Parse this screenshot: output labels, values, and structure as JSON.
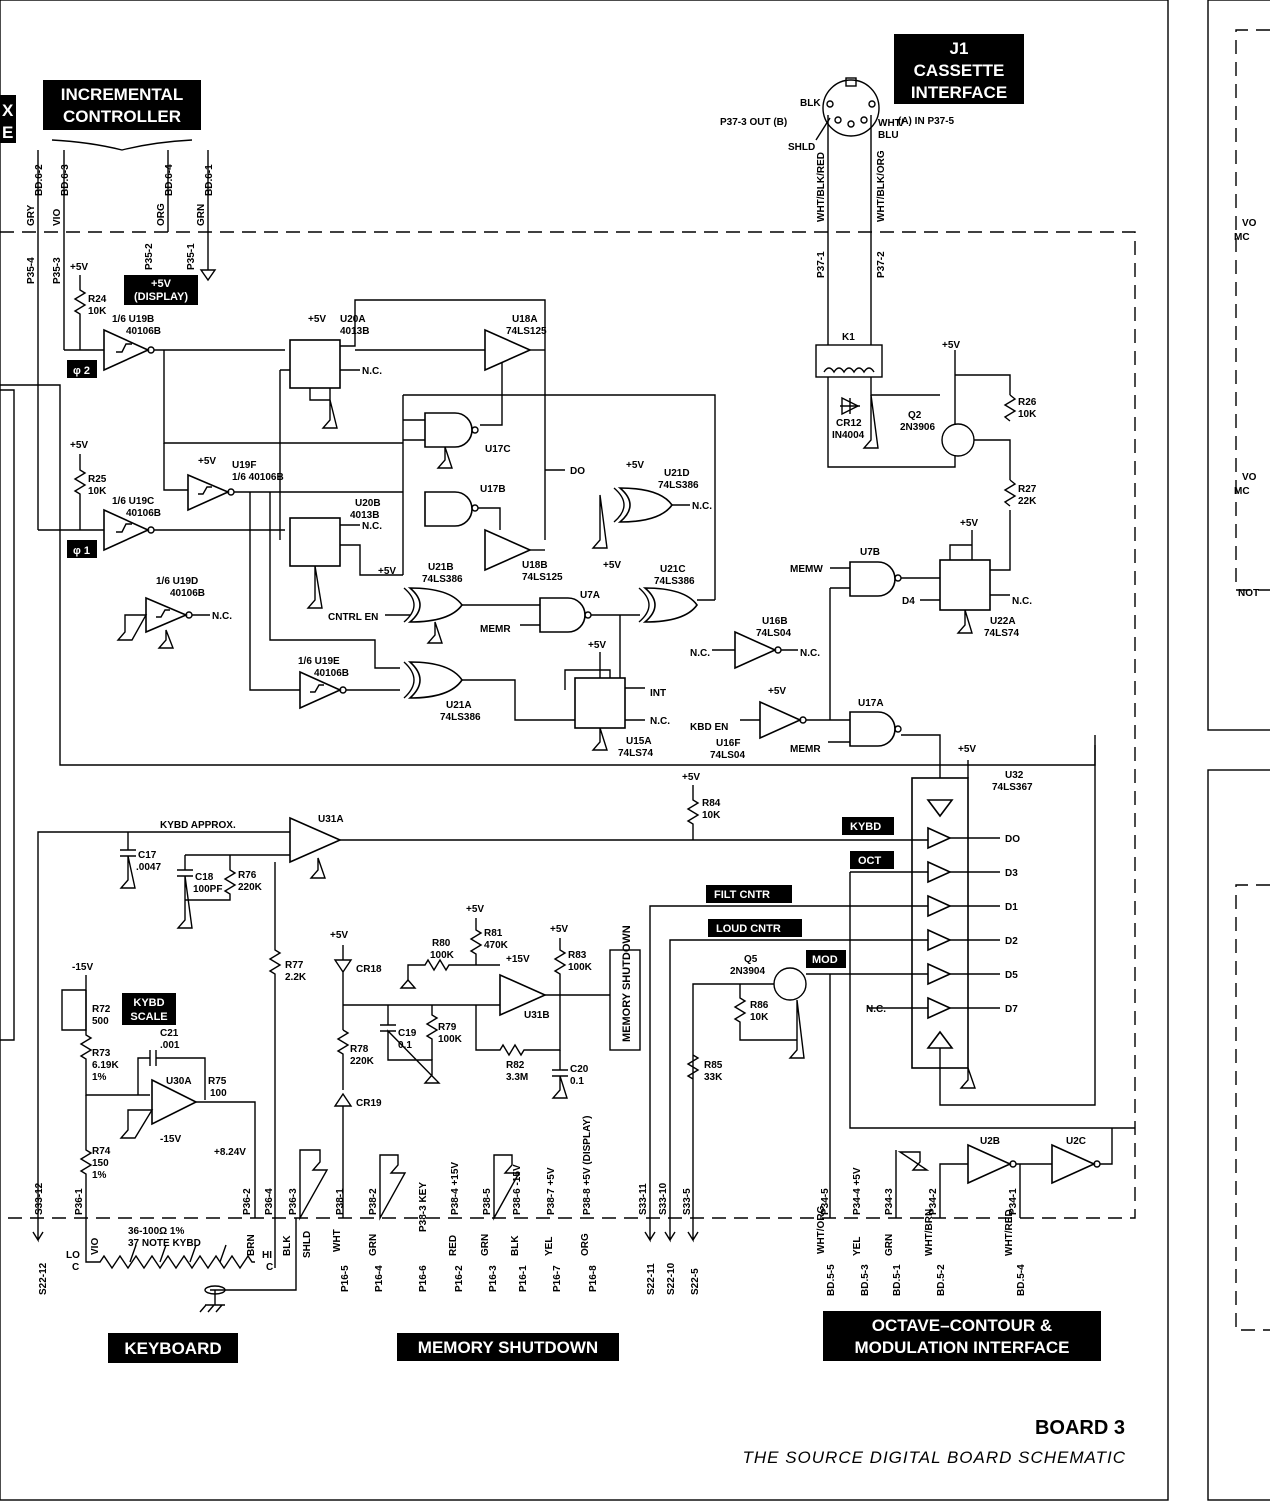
{
  "titles": {
    "incremental_controller": [
      "INCREMENTAL",
      "CONTROLLER"
    ],
    "cassette": [
      "J1",
      "CASSETTE",
      "INTERFACE"
    ],
    "keyboard": "KEYBOARD",
    "memory_shutdown": "MEMORY SHUTDOWN",
    "octave_interface": [
      "OCTAVE–CONTOUR &",
      "MODULATION INTERFACE"
    ],
    "board": "BOARD 3",
    "subtitle": "THE SOURCE DIGITAL BOARD SCHEMATIC",
    "left_partial": [
      "X",
      "E"
    ]
  },
  "tags": {
    "display": [
      "+5V",
      "(DISPLAY)"
    ],
    "phi2": "φ 2",
    "phi1": "φ 1",
    "kybd": "KYBD",
    "oct": "OCT",
    "filt": "FILT CNTR",
    "loud": "LOUD CNTR",
    "mod": "MOD",
    "kybd_scale": [
      "KYBD",
      "SCALE"
    ],
    "memory_shutdown_v": "MEMORY SHUTDOWN"
  },
  "top_connectors": [
    {
      "pin": "P35-4",
      "wire": "GRY",
      "bd": "BD.6-2"
    },
    {
      "pin": "P35-3",
      "wire": "VIO",
      "bd": "BD.6-3"
    },
    {
      "pin": "P35-2",
      "wire": "ORG",
      "bd": "BD.6-4"
    },
    {
      "pin": "P35-1",
      "wire": "GRN",
      "bd": "BD.6-1"
    }
  ],
  "cassette": {
    "left": "P37-3  OUT (B)",
    "right": "(A) IN   P37-5",
    "wires": [
      "WHT/BLK/RED",
      "WHT/BLK/ORG"
    ],
    "pins": [
      "P37-1",
      "P37-2"
    ],
    "blk": "BLK",
    "shld": "SHLD",
    "whtblu": [
      "WHT/",
      "BLU"
    ]
  },
  "components": {
    "r24": [
      "R24",
      "10K"
    ],
    "r25": [
      "R25",
      "10K"
    ],
    "u19b": [
      "1/6 U19B",
      "40106B"
    ],
    "u19c": [
      "1/6 U19C",
      "40106B"
    ],
    "u19d": [
      "1/6 U19D",
      "40106B"
    ],
    "u19e": [
      "1/6 U19E",
      "40106B"
    ],
    "u19f": [
      "U19F",
      "1/6 40106B"
    ],
    "u20a": [
      "U20A",
      "4013B"
    ],
    "u20b": [
      "U20B",
      "4013B"
    ],
    "u18a": [
      "U18A",
      "74LS125"
    ],
    "u18b": [
      "U18B",
      "74LS125"
    ],
    "u17c": "U17C",
    "u17b": "U17B",
    "u21d": [
      "U21D",
      "74LS386"
    ],
    "u21b": [
      "U21B",
      "74LS386"
    ],
    "u21c": [
      "U21C",
      "74LS386"
    ],
    "u21a": [
      "U21A",
      "74LS386"
    ],
    "u7a": "U7A",
    "u15a": [
      "U15A",
      "74LS74"
    ],
    "u7b": "U7B",
    "u22a": [
      "U22A",
      "74LS74"
    ],
    "u16b": [
      "U16B",
      "74LS04"
    ],
    "u16f": [
      "U16F",
      "74LS04"
    ],
    "u17a": "U17A",
    "u32": [
      "U32",
      "74LS367"
    ],
    "k1": "K1",
    "cr12": [
      "CR12",
      "IN4004"
    ],
    "q2": [
      "Q2",
      "2N3906"
    ],
    "r26": [
      "R26",
      "10K"
    ],
    "r27": [
      "R27",
      "22K"
    ],
    "u31a": "U31A",
    "c17": [
      "C17",
      ".0047"
    ],
    "c18": [
      "C18",
      "100PF"
    ],
    "r76": [
      "R76",
      "220K"
    ],
    "r77": [
      "R77",
      "2.2K"
    ],
    "r84": [
      "R84",
      "10K"
    ],
    "kybd_approx": "KYBD APPROX.",
    "r72": [
      "R72",
      "500"
    ],
    "r73": [
      "R73",
      "6.19K",
      "1%"
    ],
    "c21": [
      "C21",
      ".001"
    ],
    "u30a": "U30A",
    "r75": [
      "R75",
      "100"
    ],
    "r74": [
      "R74",
      "150",
      "1%"
    ],
    "v824": "+8.24V",
    "cr18": "CR18",
    "cr19": "CR19",
    "r78": [
      "R78",
      "220K"
    ],
    "c19": [
      "C19",
      "0.1"
    ],
    "r79": [
      "R79",
      "100K"
    ],
    "r80": [
      "R80",
      "100K"
    ],
    "r81": [
      "R81",
      "470K"
    ],
    "u31b": "U31B",
    "r82": [
      "R82",
      "3.3M"
    ],
    "c20": [
      "C20",
      "0.1"
    ],
    "r83": [
      "R83",
      "100K"
    ],
    "q5": [
      "Q5",
      "2N3904"
    ],
    "r86": [
      "R86",
      "10K"
    ],
    "r85": [
      "R85",
      "33K"
    ],
    "u2b": "U2B",
    "u2c": "U2C",
    "kybd_res": [
      "36-100Ω 1%",
      "37 NOTE KYBD"
    ]
  },
  "signals": {
    "d0": "DO",
    "d3": "D3",
    "d1": "D1",
    "d2": "D2",
    "d5": "D5",
    "d7": "D7",
    "d4": "D4",
    "nc": "N.C.",
    "int": "INT",
    "cntrl_en": "CNTRL EN",
    "memr": "MEMR",
    "memw": "MEMW",
    "kbd_en": "KBD EN",
    "p5v": "+5V",
    "p15v": "+15V",
    "m15v": "-15V",
    "lo": [
      "LO",
      "C"
    ],
    "hi": [
      "HI",
      "C"
    ]
  },
  "bottom_connectors": [
    {
      "top": "S33-12",
      "bottom": "S22-12"
    },
    {
      "top": "P36-1",
      "wire": "VIO"
    },
    {
      "top": "P36-2",
      "wire": "BRN"
    },
    {
      "top": "P36-4",
      "wire": "BLK"
    },
    {
      "top": "P36-3",
      "wire": "SHLD"
    },
    {
      "top": "P38-1",
      "wire": "WHT",
      "bottom": "P16-5"
    },
    {
      "top": "P38-2",
      "wire": "GRN",
      "bottom": "P16-4"
    },
    {
      "top": "P38-3  KEY",
      "bottom": "P16-6"
    },
    {
      "top": "P38-4  +15V",
      "wire": "RED",
      "bottom": "P16-2"
    },
    {
      "top": "P38-5",
      "wire": "GRN",
      "bottom": "P16-3"
    },
    {
      "top": "P38-6  -15V",
      "wire": "BLK",
      "bottom": "P16-1"
    },
    {
      "top": "P38-7  +5V",
      "wire": "YEL",
      "bottom": "P16-7"
    },
    {
      "top": "P38-8  +5V (DISPLAY)",
      "wire": "ORG",
      "bottom": "P16-8"
    },
    {
      "top": "S33-11",
      "bottom": "S22-11"
    },
    {
      "top": "S33-10",
      "bottom": "S22-10"
    },
    {
      "top": "S33-5",
      "bottom": "S22-5"
    },
    {
      "top": "P34-5",
      "wire": "WHT/ORG",
      "bottom": "BD.5-5"
    },
    {
      "top": "P34-4  +5V",
      "wire": "YEL",
      "bottom": "BD.5-3"
    },
    {
      "top": "P34-3",
      "wire": "GRN",
      "bottom": "BD.5-1"
    },
    {
      "top": "P34-2",
      "wire": "WHT/BRN",
      "bottom": "BD.5-2"
    },
    {
      "top": "P34-1",
      "wire": "WHT/RED",
      "bottom": "BD.5-4"
    }
  ],
  "right_panel": {
    "upper": [
      "VO",
      "MC",
      "VO",
      "MC",
      "NOT"
    ],
    "lower": []
  }
}
